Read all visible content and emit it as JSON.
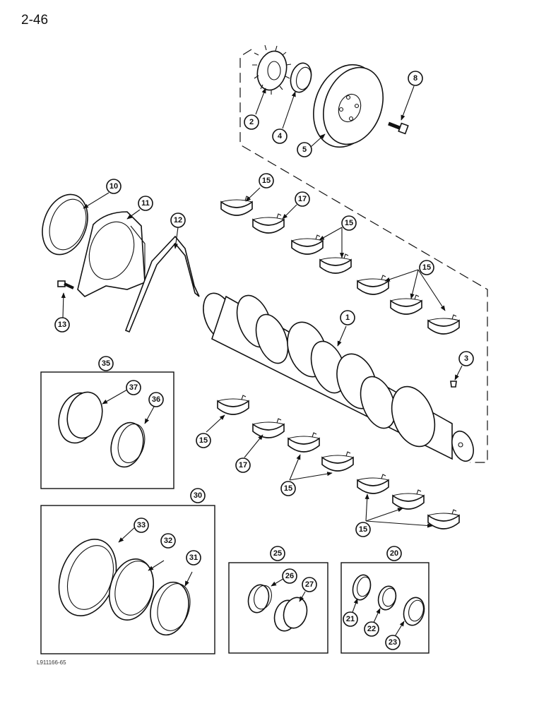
{
  "page_number": "2-46",
  "figure_id": "L911166-65",
  "callouts": {
    "c1": "1",
    "c2": "2",
    "c3": "3",
    "c4": "4",
    "c5": "5",
    "c8": "8",
    "c10": "10",
    "c11": "11",
    "c12": "12",
    "c13": "13",
    "c15": "15",
    "c17": "17",
    "c20": "20",
    "c21": "21",
    "c22": "22",
    "c23": "23",
    "c25": "25",
    "c26": "26",
    "c27": "27",
    "c30": "30",
    "c31": "31",
    "c32": "32",
    "c33": "33",
    "c35": "35",
    "c36": "36",
    "c37": "37"
  }
}
